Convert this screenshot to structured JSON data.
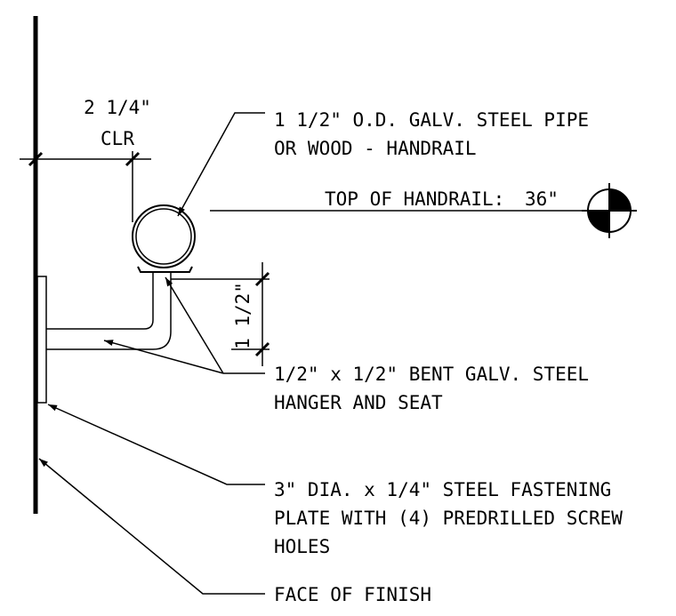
{
  "dimensions": {
    "clearance_value": "2 1/4\"",
    "clearance_suffix": "CLR",
    "hanger_rise": "1 1/2\""
  },
  "callouts": {
    "pipe_line1": "1 1/2\" O.D. GALV. STEEL PIPE",
    "pipe_line2": "OR WOOD - HANDRAIL",
    "top_prefix": "TOP OF HANDRAIL:",
    "top_value": "36\"",
    "hanger_line1": "1/2\" x 1/2\" BENT GALV. STEEL",
    "hanger_line2": "HANGER AND SEAT",
    "plate_line1": "3\" DIA. x 1/4\" STEEL FASTENING",
    "plate_line2": "PLATE WITH (4) PREDRILLED SCREW",
    "plate_line3": "HOLES",
    "finish": "FACE OF FINISH"
  }
}
